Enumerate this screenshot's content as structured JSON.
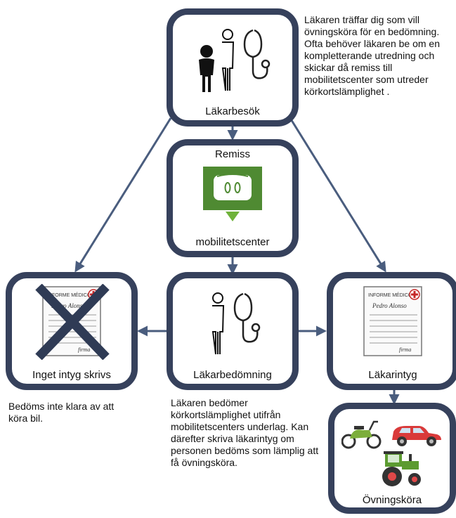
{
  "nodes": {
    "lakarbesok": {
      "label": "Läkarbesök",
      "icon": "doctor-visit-icon"
    },
    "remiss": {
      "title": "Remiss",
      "label": "mobilitetscenter",
      "icon": "mobility-center-icon"
    },
    "inget_intyg": {
      "label": "Inget intyg skrivs",
      "icon": "crossed-medical-certificate-icon"
    },
    "lakarbedomning": {
      "label": "Läkarbedömning",
      "icon": "doctor-assessment-icon"
    },
    "lakarintyg": {
      "label": "Läkarintyg",
      "icon": "medical-certificate-icon"
    },
    "ovningskora": {
      "label": "Övningsköra",
      "icon": "vehicles-icon"
    }
  },
  "notes": {
    "top_right": "Läkaren träffar dig som vill övningsköra för en bedömning. Ofta behöver läkaren be om en kompletterande utredning och skickar då remiss till mobilitetscenter som utreder körkortslämplighet .",
    "left": "Bedöms inte klara av att köra bil.",
    "center": "Läkaren bedömer körkortslämplighet utifrån mobilitetscenters underlag. Kan därefter skriva läkarintyg om personen bedöms som lämplig att få övningsköra."
  },
  "certificate": {
    "header": "INFORME MÉDICO",
    "signature": "Pedro Alonso",
    "sign": "firma"
  },
  "colors": {
    "border": "#36415c",
    "arrow": "#4a5d7e",
    "green": "#4f8a32",
    "cross": "#2f3b55"
  }
}
